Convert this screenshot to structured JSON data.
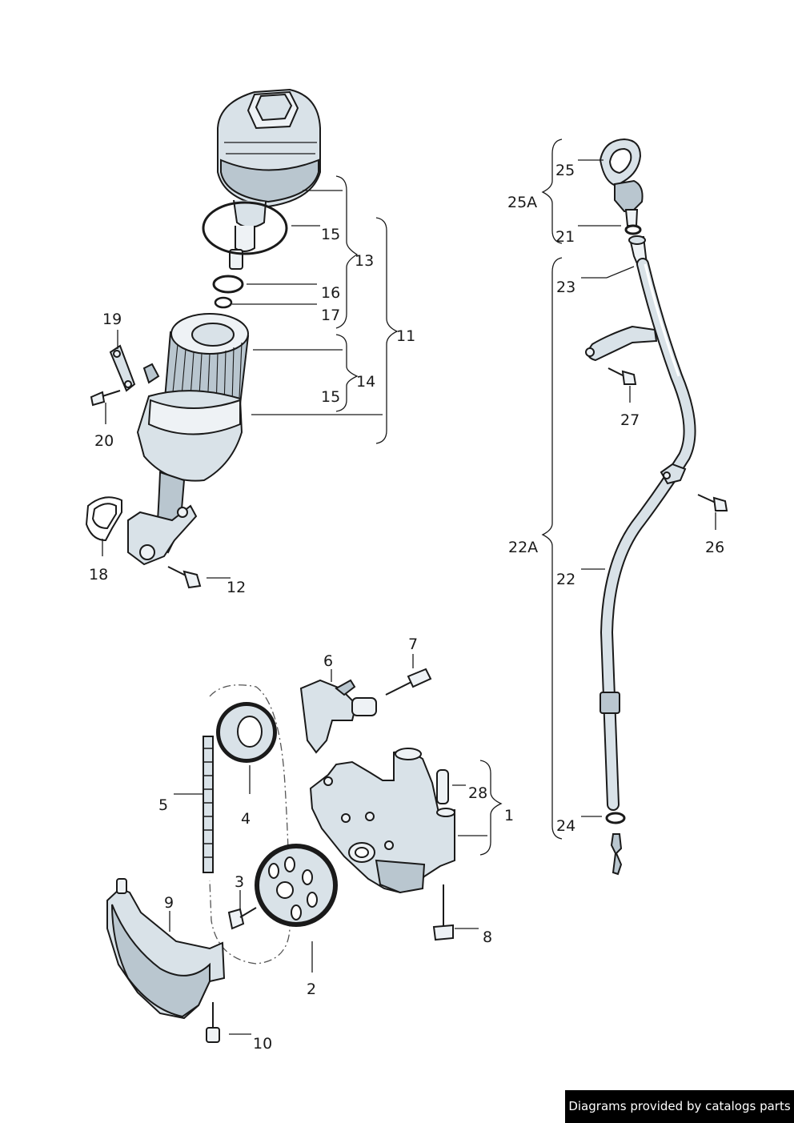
{
  "parts": {
    "p1": "1",
    "p2": "2",
    "p3": "3",
    "p4": "4",
    "p5": "5",
    "p6": "6",
    "p7": "7",
    "p8": "8",
    "p9": "9",
    "p10": "10",
    "p11": "11",
    "p12": "12",
    "p13": "13",
    "p14": "14",
    "p15a": "15",
    "p15b": "15",
    "p16": "16",
    "p17": "17",
    "p18": "18",
    "p19": "19",
    "p20": "20",
    "p21": "21",
    "p22": "22",
    "p22A": "22A",
    "p23": "23",
    "p24": "24",
    "p25": "25",
    "p25A": "25A",
    "p26": "26",
    "p27": "27",
    "p28": "28"
  },
  "footer": {
    "text": "Diagrams provided by catalogs parts"
  }
}
